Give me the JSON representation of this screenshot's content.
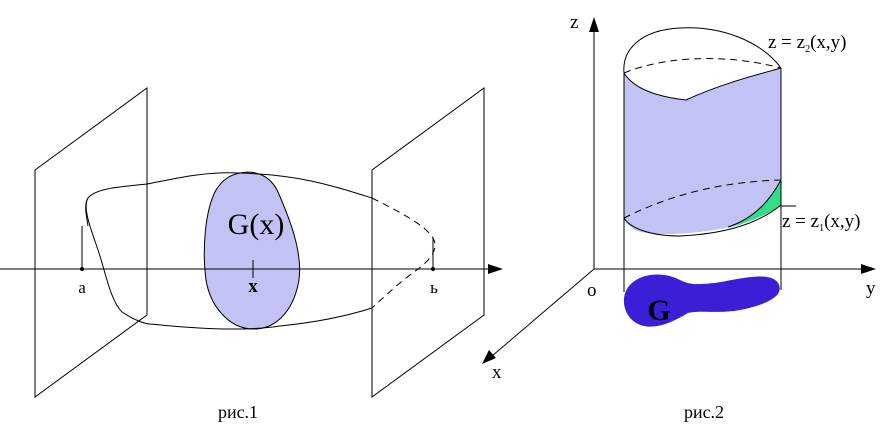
{
  "figure1": {
    "label_a": "a",
    "label_b": "ь",
    "label_x": "x",
    "region_label": "G(x)",
    "caption": "рис.1",
    "colors": {
      "section_fill": "#c2c2f5"
    }
  },
  "figure2": {
    "axis_z": "z",
    "axis_y": "y",
    "axis_x": "x",
    "origin": "o",
    "top_surface": {
      "prefix": "z = z",
      "index": "2",
      "args": "(x,y)"
    },
    "bottom_surface": {
      "prefix": "z = z",
      "index": "1",
      "args": "(x,y)"
    },
    "region_label": "G",
    "caption": "рис.2",
    "colors": {
      "body_fill": "#c2c2f5",
      "region_fill": "#3a1fd6",
      "edge_fill": "#33dd88"
    }
  }
}
